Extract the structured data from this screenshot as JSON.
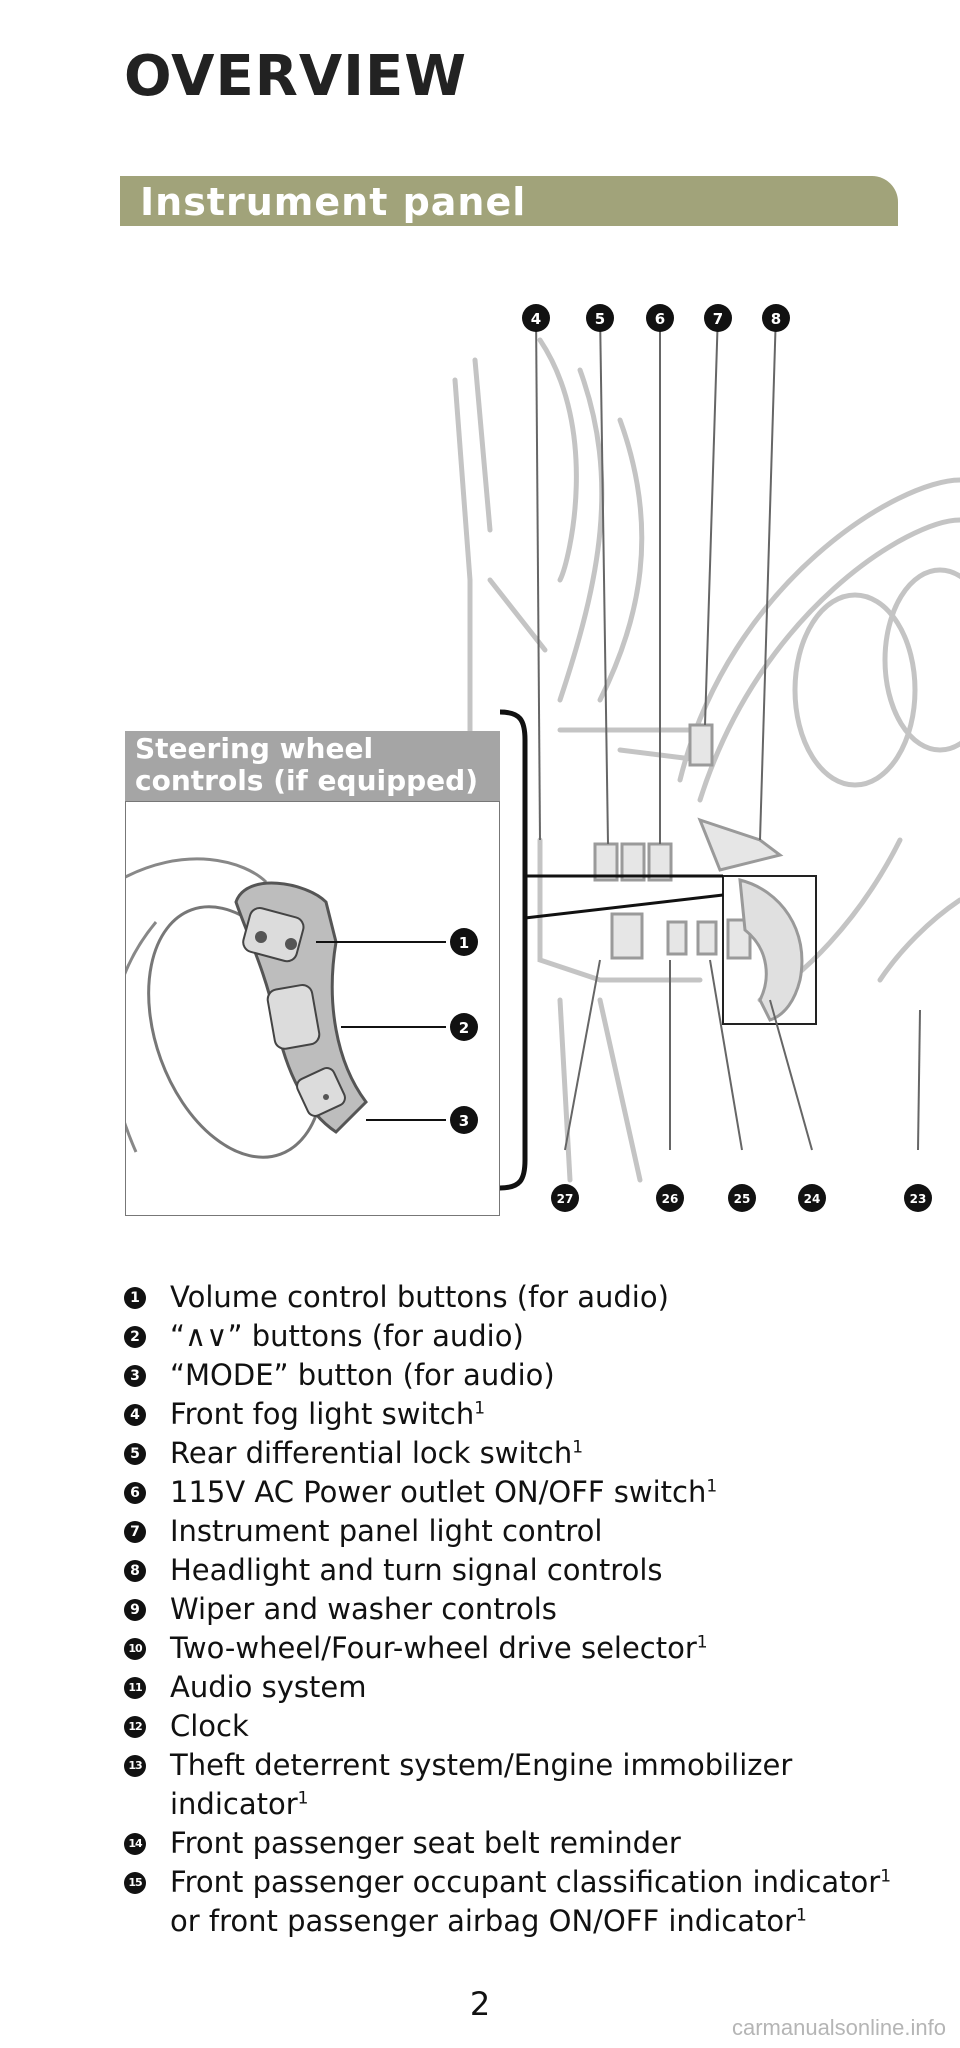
{
  "page": {
    "title": "OVERVIEW",
    "section": "Instrument panel",
    "page_number": "2",
    "watermark": "carmanualsonline.info"
  },
  "inset": {
    "label_line1": "Steering wheel",
    "label_line2": "controls (if equipped)"
  },
  "callouts": {
    "top": [
      "4",
      "5",
      "6",
      "7",
      "8"
    ],
    "bottom": [
      "27",
      "26",
      "25",
      "24",
      "23"
    ],
    "inset": [
      "1",
      "2",
      "3"
    ]
  },
  "legend": [
    {
      "num": "1",
      "text": "Volume control buttons (for audio)",
      "sup": ""
    },
    {
      "num": "2",
      "text": "“∧∨” buttons (for audio)",
      "sup": ""
    },
    {
      "num": "3",
      "text": "“MODE” button (for audio)",
      "sup": ""
    },
    {
      "num": "4",
      "text": "Front fog light switch",
      "sup": "1"
    },
    {
      "num": "5",
      "text": "Rear differential lock switch",
      "sup": "1"
    },
    {
      "num": "6",
      "text": "115V AC Power outlet ON/OFF switch",
      "sup": "1"
    },
    {
      "num": "7",
      "text": "Instrument panel light control",
      "sup": ""
    },
    {
      "num": "8",
      "text": "Headlight and turn signal controls",
      "sup": ""
    },
    {
      "num": "9",
      "text": "Wiper and washer controls",
      "sup": ""
    },
    {
      "num": "10",
      "text": "Two-wheel/Four-wheel drive selector",
      "sup": "1"
    },
    {
      "num": "11",
      "text": "Audio system",
      "sup": ""
    },
    {
      "num": "12",
      "text": "Clock",
      "sup": ""
    },
    {
      "num": "13",
      "text": "Theft deterrent system/Engine immobilizer\nindicator",
      "sup": "1"
    },
    {
      "num": "14",
      "text": "Front passenger seat belt reminder",
      "sup": ""
    },
    {
      "num": "15",
      "text": "Front passenger occupant classification indicator",
      "sup": "1",
      "line2": "or front passenger airbag ON/OFF indicator",
      "sup2": "1"
    }
  ]
}
